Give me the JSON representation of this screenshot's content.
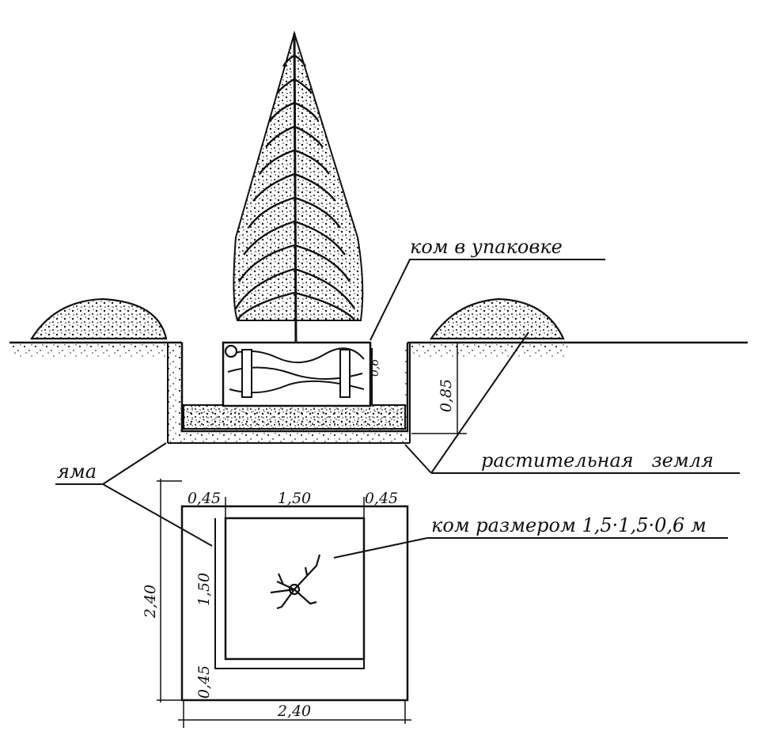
{
  "labels": {
    "ball_packed": "ком в упаковке",
    "pit": "яма",
    "topsoil": "растительная   земля",
    "ball_size": "ком размером 1,5·1,5·0,6 м"
  },
  "dimensions": {
    "depth": "0,85",
    "offset_top_left": "0,45",
    "ball_width": "1,50",
    "offset_top_right": "0,45",
    "pit_height": "2,40",
    "ball_height": "1,50",
    "offset_bottom": "0,45",
    "pit_width": "2,40",
    "small_mark": "0,6"
  }
}
